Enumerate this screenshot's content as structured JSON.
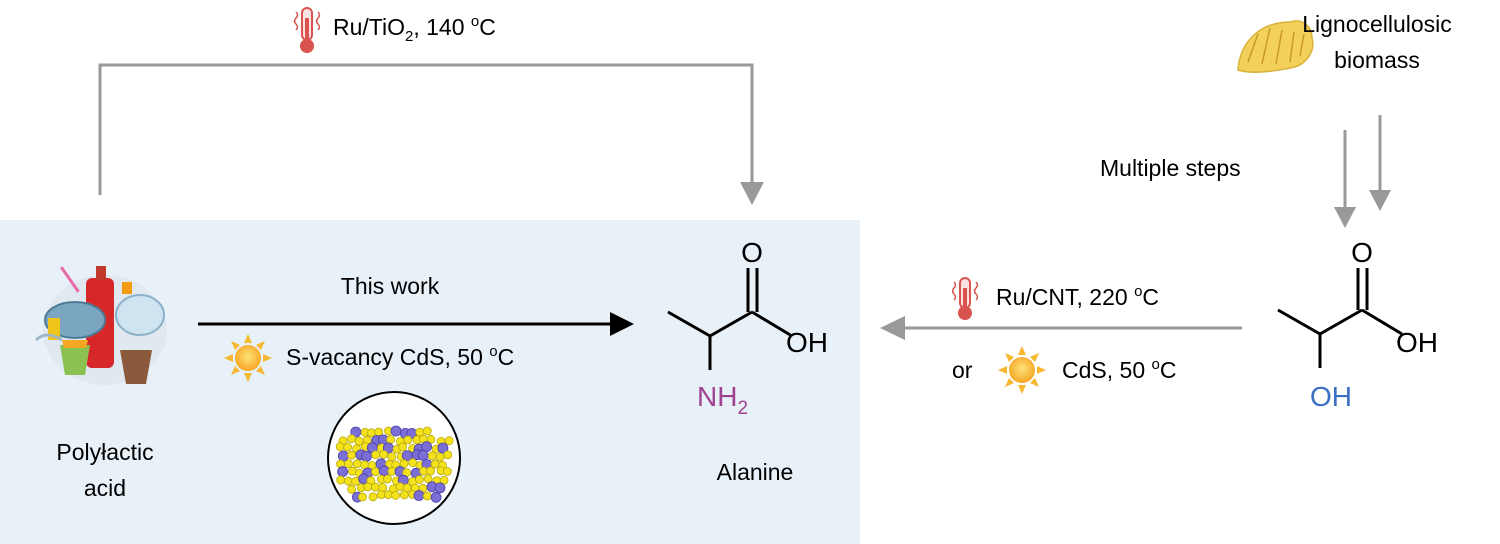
{
  "top_route": {
    "catalyst": "Ru/TiO",
    "catalyst_sub": "2",
    "temp": ", 140 ",
    "deg": "o",
    "unit": "C"
  },
  "biomass": {
    "line1": "Lignocellulosic",
    "line2": "biomass"
  },
  "multiple_steps": "Multiple steps",
  "plastic": {
    "line1": "Polyłactic",
    "line2": "acid"
  },
  "this_work": {
    "label": "This work",
    "catalyst": "S-vacancy CdS, 50 ",
    "deg": "o",
    "unit": "C"
  },
  "alanine": {
    "name": "Alanine",
    "O": "O",
    "OH": "OH",
    "NH": "NH",
    "NH_sub": "2"
  },
  "lactic_acid": {
    "O": "O",
    "OH": "OH",
    "OH2": "OH"
  },
  "right_route": {
    "ru_cnt": "Ru/CNT, 220 ",
    "deg": "o",
    "unit": "C",
    "or": "or",
    "cds": "CdS, 50 "
  },
  "colors": {
    "panel_bg": "#e8f1f8",
    "arrow_gray": "#999999",
    "nh2_purple": "#a0428f",
    "oh_blue": "#3a6fc4",
    "sun": "#f7b731",
    "thermo": "#d9534f"
  }
}
